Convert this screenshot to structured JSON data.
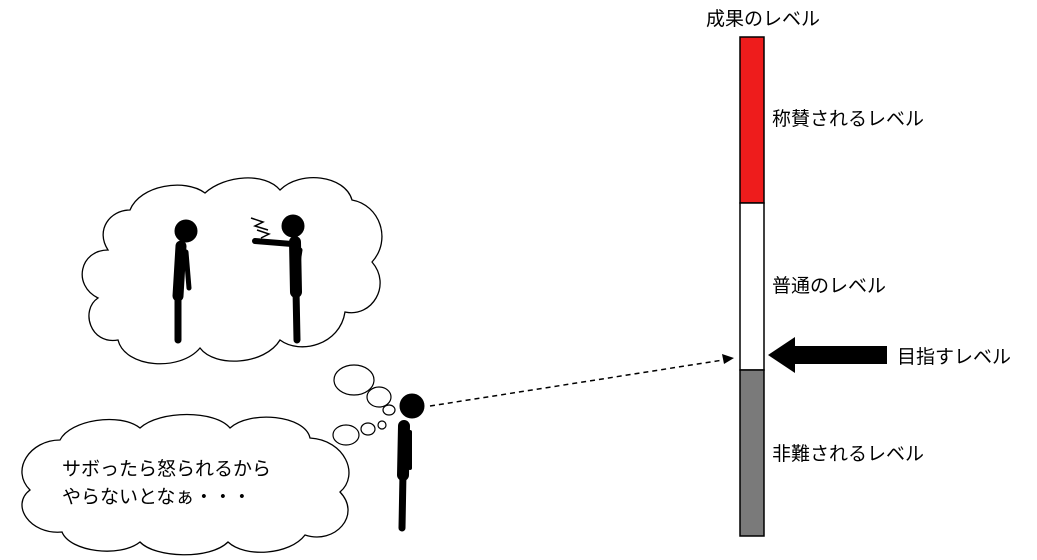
{
  "bar": {
    "title": "成果のレベル",
    "levels": [
      {
        "label": "称賛されるレベル",
        "color": "#ee1c1c"
      },
      {
        "label": "普通のレベル",
        "color": "#ffffff"
      },
      {
        "label": "非難されるレベル",
        "color": "#7a7a7a"
      }
    ]
  },
  "target": {
    "label": "目指すレベル"
  },
  "speech": {
    "line1": "サボったら怒られるから",
    "line2": "やらないとなぁ・・・"
  }
}
